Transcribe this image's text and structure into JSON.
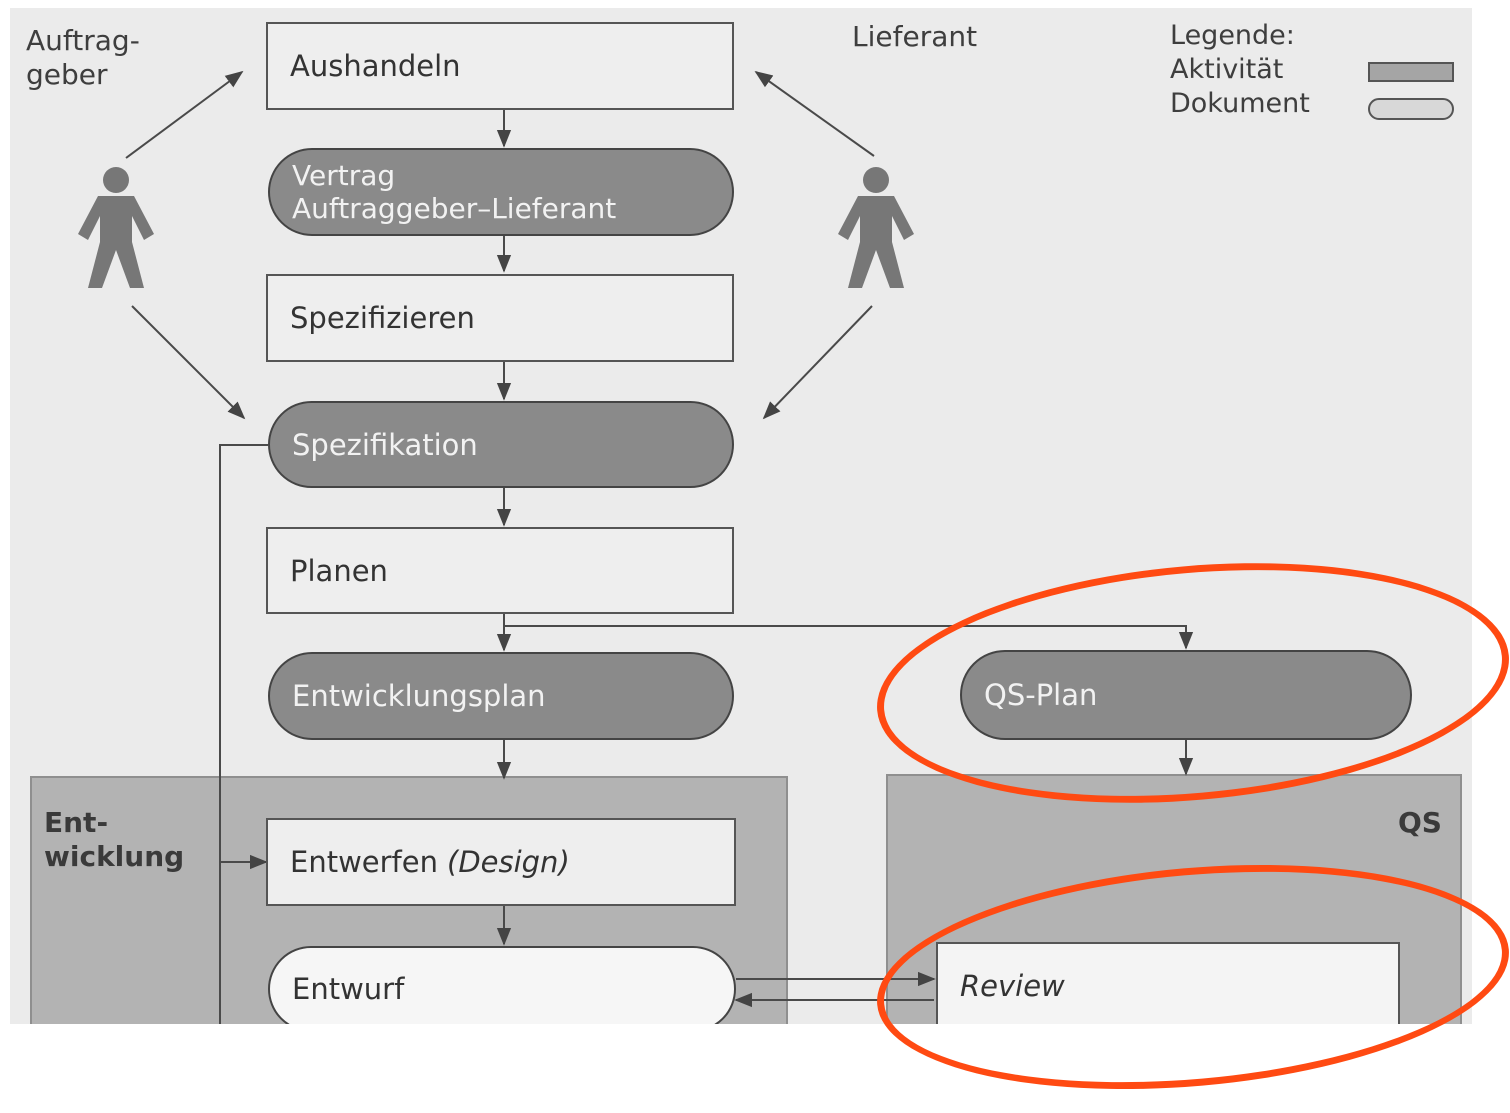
{
  "roles": {
    "client": "Auftrag-\ngeber",
    "supplier": "Lieferant"
  },
  "legend": {
    "title": "Legende:",
    "activity": "Aktivität",
    "document": "Dokument"
  },
  "activities": {
    "negotiate": "Aushandeln",
    "specify": "Spezifizieren",
    "plan": "Planen",
    "design_prefix": "Entwerfen",
    "design_suffix": "(Design)",
    "review": "Review"
  },
  "documents": {
    "contract_line1": "Vertrag",
    "contract_line2": "Auftraggeber–Lieferant",
    "specification": "Spezifikation",
    "dev_plan": "Entwicklungsplan",
    "qs_plan": "QS-Plan",
    "draft": "Entwurf"
  },
  "regions": {
    "development": "Ent-\nwicklung",
    "qs": "QS"
  },
  "colors": {
    "highlight": "#ff4a12",
    "document_fill": "#8a8a8a",
    "region_fill": "#b3b3b3"
  },
  "icons": [
    "person-icon-client",
    "person-icon-supplier",
    "arrow-icon"
  ]
}
